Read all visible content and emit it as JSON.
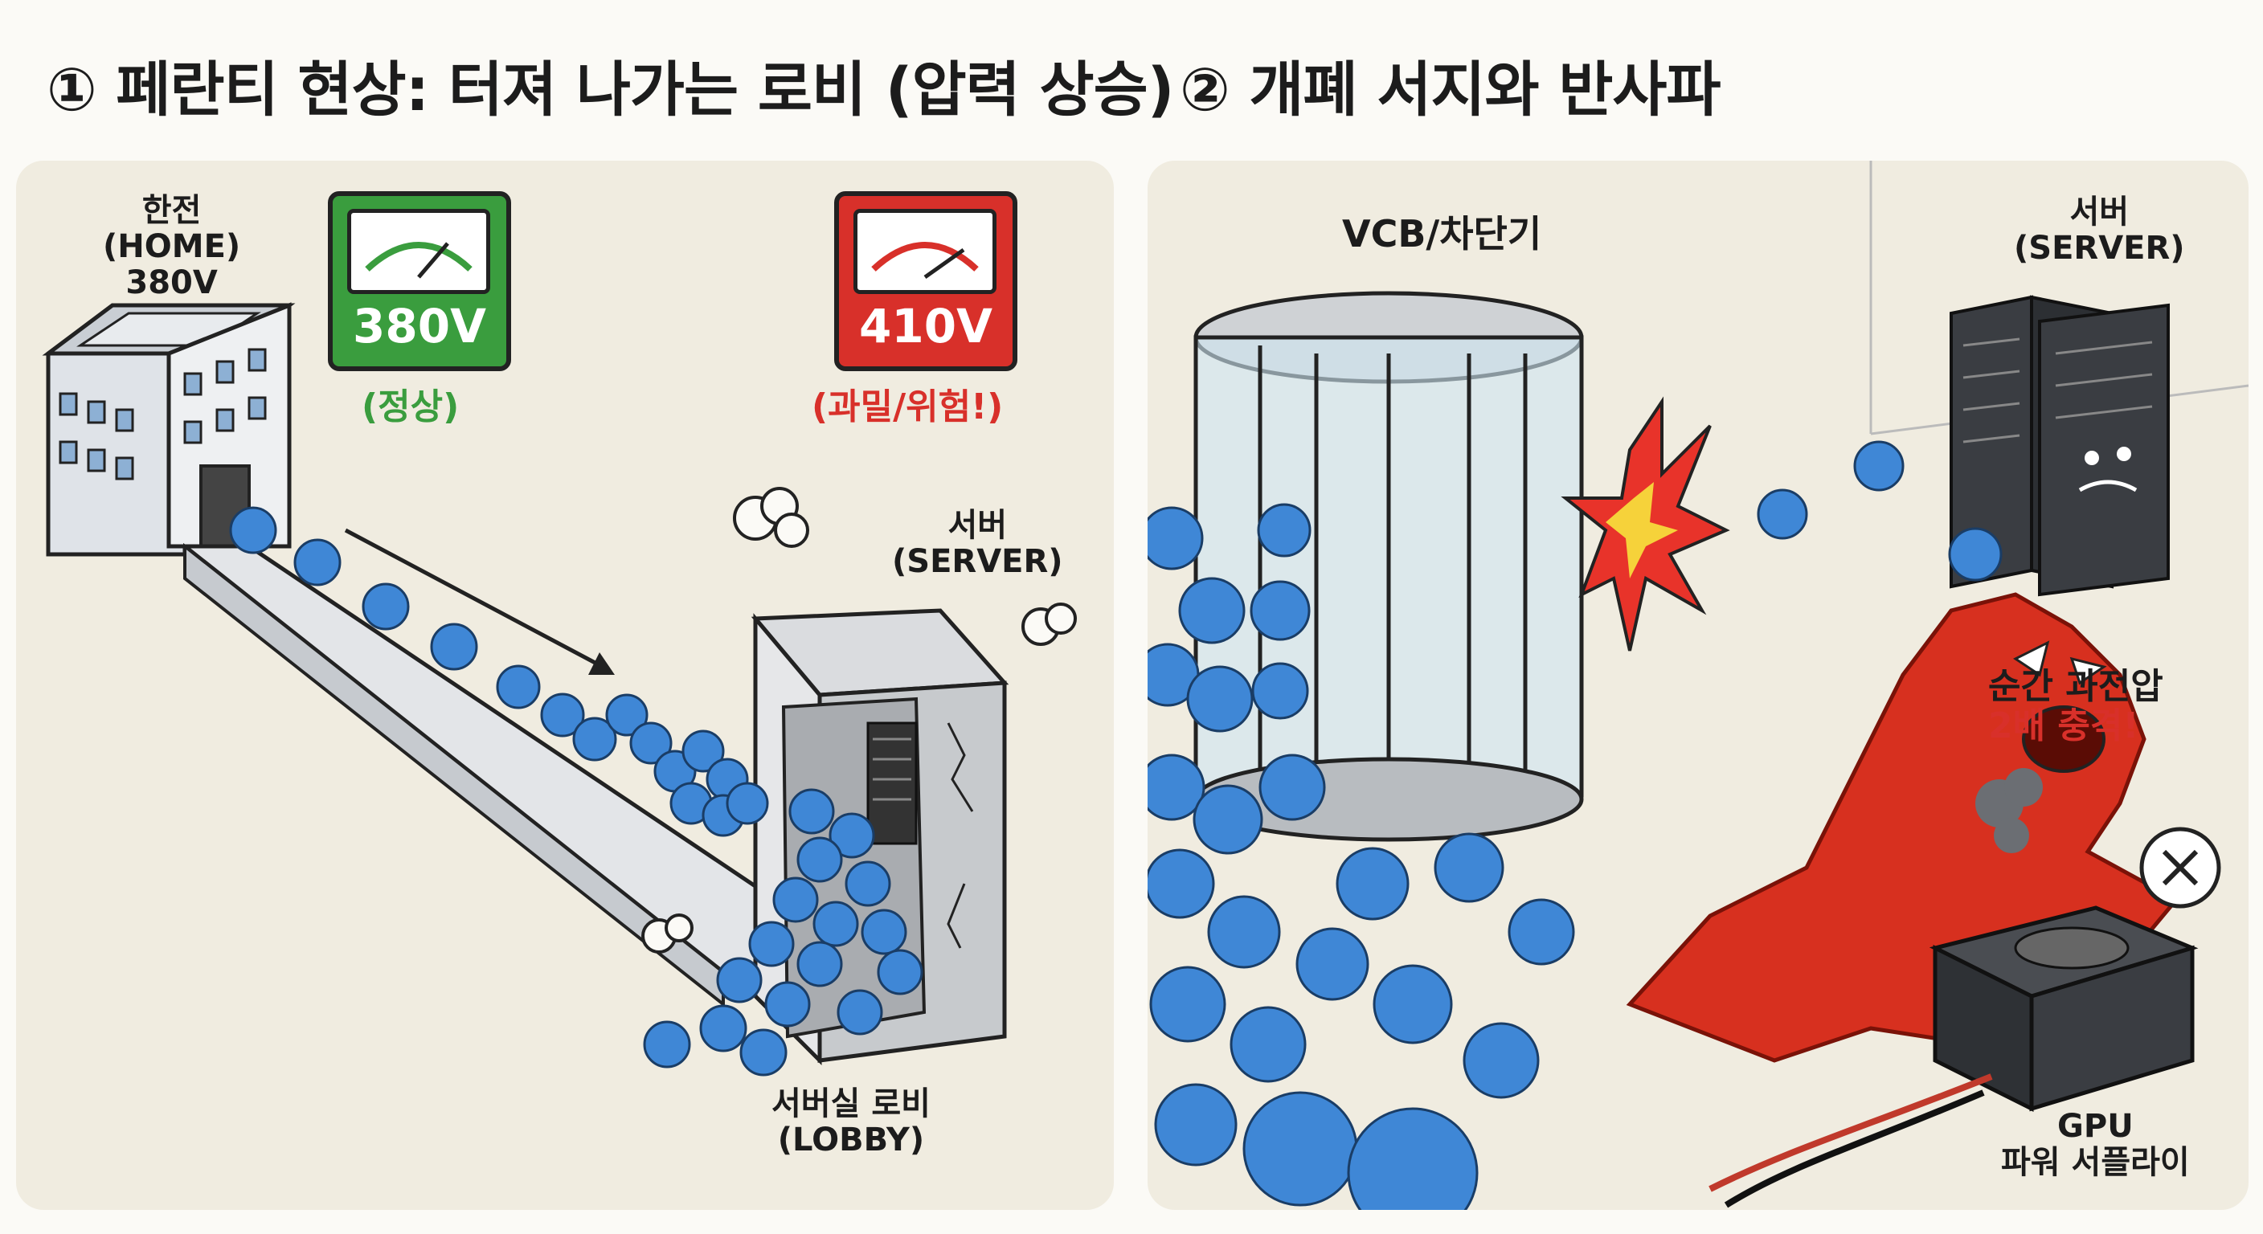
{
  "headings": {
    "left": "① 페란티 현상: 터져 나가는 로비 (압력 상승)",
    "right": "② 개폐 서지와 반사파"
  },
  "left_panel": {
    "home_label": [
      "한전",
      "(HOME)",
      "380V"
    ],
    "normal_meter": {
      "value": "380V",
      "status": "(정상)",
      "color": "#3a9d3e"
    },
    "danger_meter": {
      "value": "410V",
      "status": "(과밀/위험!)",
      "color": "#d8302a"
    },
    "server_label": [
      "서버",
      "(SERVER)"
    ],
    "lobby_label": [
      "서버실 로비",
      "(LOBBY)"
    ]
  },
  "right_panel": {
    "vcb_label": "VCB/차단기",
    "server_label": [
      "서버",
      "(SERVER)"
    ],
    "surge_label": [
      "순간 과전압",
      "2배 충격!"
    ],
    "gpu_label": [
      "GPU",
      "파워 서플라이"
    ]
  },
  "colors": {
    "crowd_blue": "#3f87d6",
    "monster_red": "#d7301f",
    "panel_bg": "#f0ece0",
    "warning_text": "#d8302a",
    "ok_text": "#3a9d3e"
  },
  "icons": [
    "building-icon",
    "voltmeter-icon",
    "crowd-figure-icon",
    "server-rack-icon",
    "revolving-door-icon",
    "surge-monster-icon",
    "power-supply-icon",
    "close-x-icon",
    "smoke-icon",
    "explosion-icon"
  ]
}
